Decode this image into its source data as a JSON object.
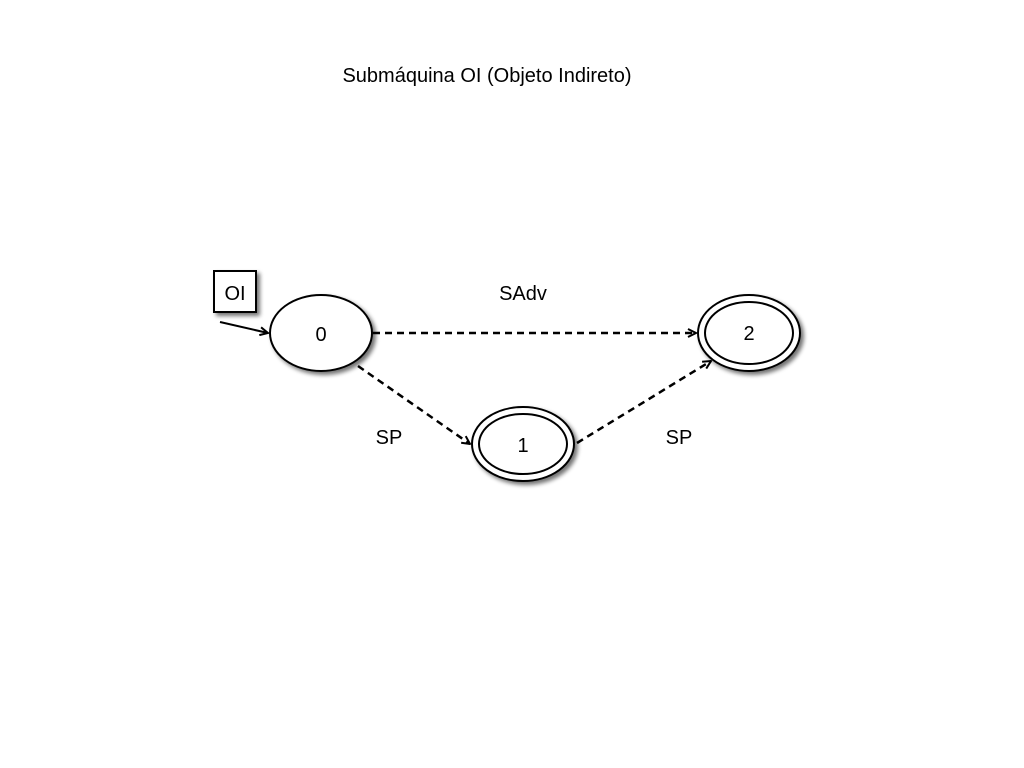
{
  "title": "Submáquina OI (Objeto Indireto)",
  "start_box": {
    "label": "OI"
  },
  "states": [
    {
      "id": "0",
      "label": "0",
      "accepting": false
    },
    {
      "id": "1",
      "label": "1",
      "accepting": true
    },
    {
      "id": "2",
      "label": "2",
      "accepting": true
    }
  ],
  "transitions": [
    {
      "from": "0",
      "to": "2",
      "label": "SAdv",
      "style": "dashed"
    },
    {
      "from": "0",
      "to": "1",
      "label": "SP",
      "style": "dashed"
    },
    {
      "from": "1",
      "to": "2",
      "label": "SP",
      "style": "dashed"
    }
  ],
  "colors": {
    "stroke": "#000000",
    "fill": "#ffffff",
    "shadow": "#7f7f7f",
    "background": "#ffffff"
  }
}
